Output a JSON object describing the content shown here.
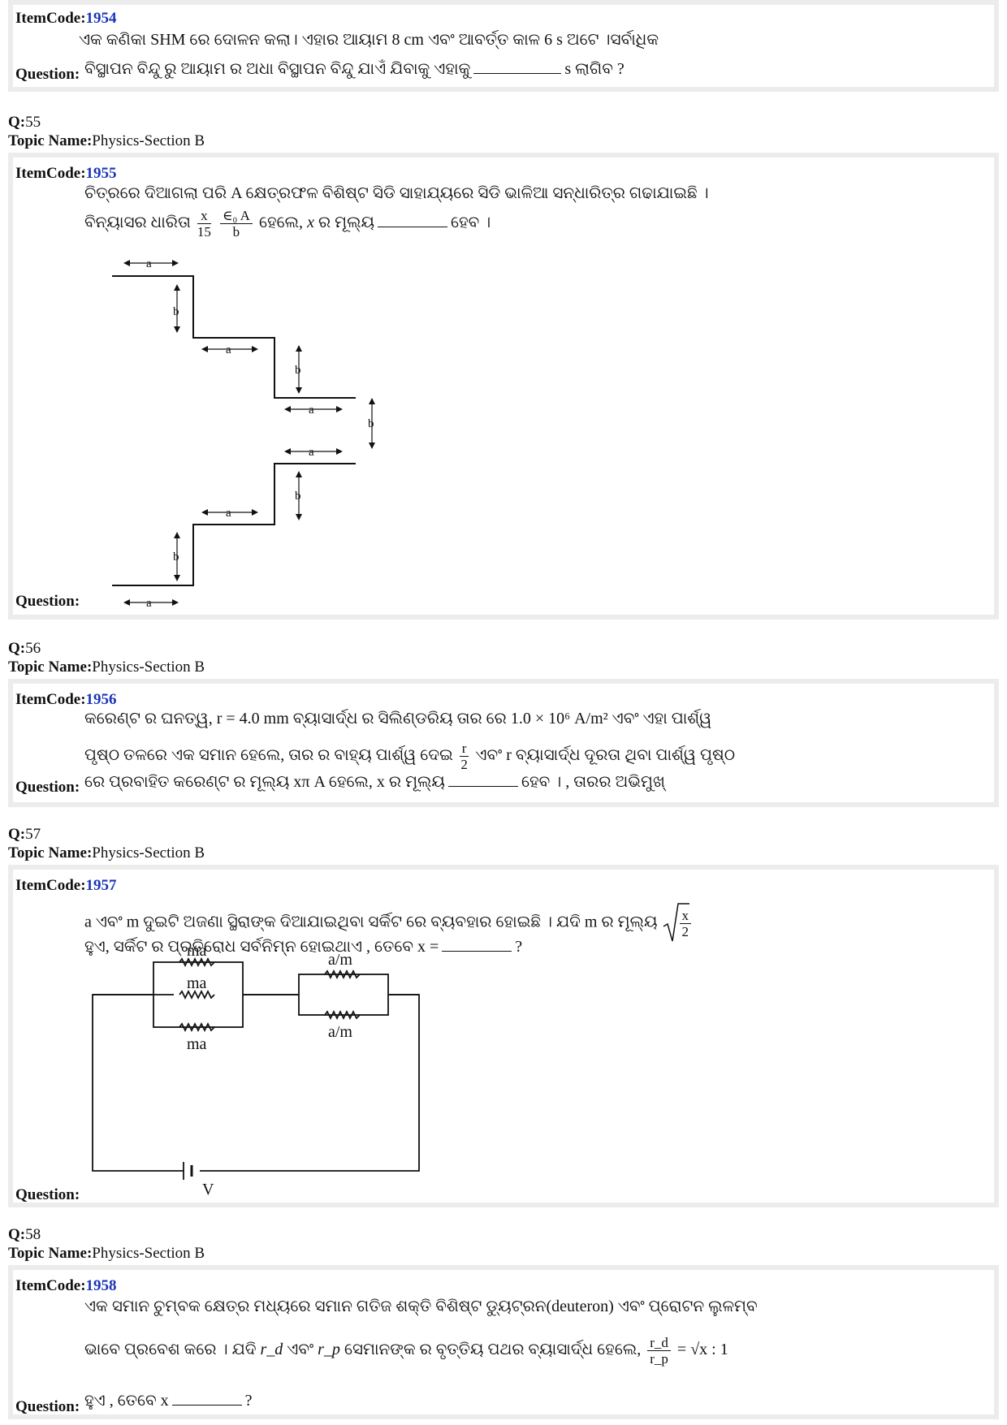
{
  "labels": {
    "item_code": "ItemCode:",
    "question": "Question:",
    "q": "Q:",
    "topic": "Topic Name:"
  },
  "topic": "Physics-Section B",
  "items": [
    {
      "code": "1954",
      "lines": [
        "ଏକ କଣିକା SHM ରେ ଦୋଳନ କଲା। ଏହାର ଆୟାମ 8 cm ଏବଂ ଆବର୍ତ୍ତ କାଳ 6 s ଅଟେ ।ସର୍ବାଧିକ",
        "ବିସ୍ଥାପନ ବିନ୍ଦୁ ରୁ ଆୟାମ ର ଅଧା ବିସ୍ଥାପନ ବିନ୍ଦୁ ଯାଏଁ ଯିବାକୁ ଏହାକୁ",
        "s ଲାଗିବ ?"
      ]
    },
    {
      "q_num": "55",
      "code": "1955",
      "lines": [
        "ଚିତ୍ରରେ ଦିଆଗଲା ପରି A କ୍ଷେତ୍ରଫଳ ବିଶିଷ୍ଟ ସିଡି ସାହାଯ୍ୟରେ ସିଡି ଭାଳିଆ ସନ୍ଧାରିତ୍ର ଗଢାଯାଇଛି ।",
        "ବିନ୍ୟାସର ଧାରିତା",
        "ହେଲେ,",
        "ର ମୂଲ୍ୟ",
        "ହେବ ।"
      ],
      "frac1": {
        "num": "x",
        "den": "15"
      },
      "frac2": {
        "num": "∈₀ A",
        "den": "b"
      },
      "var_x": "x",
      "fig": {
        "a": "a",
        "b": "b"
      }
    },
    {
      "q_num": "56",
      "code": "1956",
      "lines": [
        "କରେଣ୍ଟ ର ଘନତ୍ୱ, r = 4.0 mm ବ୍ୟାସାର୍ଦ୍ଧ ର ସିଲିଣ୍ଡରିୟ ତାର ରେ 1.0 × 10⁶ A/m² ଏବଂ ଏହା ପାର୍ଶ୍ୱ",
        "ପୃଷ୍ଠ ତଳରେ ଏକ ସମାନ ହେଲେ, ତାର ର ବାହ୍ୟ ପାର୍ଶ୍ୱ ଦେଇ",
        "ଏବଂ r  ବ୍ୟାସାର୍ଦ୍ଧ ଦୂରତା ଥିବା ପାର୍ଶ୍ୱ  ପୃଷ୍ଠ",
        "ରେ ପ୍ରବାହିତ କରେଣ୍ଟ ର ମୂଲ୍ୟ xπ  A ହେଲେ, x ର ମୂଲ୍ୟ",
        "ହେବ । , ତାରର ଅଭିମୁଖ୍"
      ],
      "frac": {
        "num": "r",
        "den": "2"
      }
    },
    {
      "q_num": "57",
      "code": "1957",
      "lines": [
        "a ଏବଂ m ଦୁଇଟି ଅଜଣା ସ୍ଥିରାଙ୍କ ଦିଆଯାଇଥିବା ସର୍କିଟ ରେ ବ୍ୟବହାର ହୋଇଛି । ଯଦି m ର ମୂଲ୍ୟ",
        "ହୁଏ, ସର୍କିଟ ର ପ୍ରତିରୋଧ ସର୍ବନିମ୍ନ ହୋଇଥାଏ , ତେବେ x =",
        "?"
      ],
      "frac": {
        "num": "x",
        "den": "2"
      },
      "circuit": {
        "r1": "ma",
        "r2": "ma",
        "r3": "ma",
        "r4": "a/m",
        "r5": "a/m",
        "battery": "V"
      }
    },
    {
      "q_num": "58",
      "code": "1958",
      "lines": [
        "ଏକ ସମାନ ଚୁମ୍ବକ କ୍ଷେତ୍ର ମଧ୍ୟରେ ସମାନ ଗତିଜ ଶକ୍ତି ବିଶିଷ୍ଟ ଡ୍ୟୁଟ୍ରନ(deuteron) ଏବଂ ପ୍ରୋଟନ ଲୁଳମ୍ବ",
        "ଭାବେ ପ୍ରବେଶ କରେ । ଯଦି",
        "ଏବଂ",
        "ସେମାନଙ୍କ ର ବୃତ୍ତିୟ ପଥର ବ୍ୟାସାର୍ଦ୍ଧ ହେଲେ,",
        "= √x : 1",
        "ହୁଏ , ତେବେ x",
        "?"
      ],
      "rd": "r_d",
      "rp": "r_p",
      "frac": {
        "num": "r_d",
        "den": "r_p"
      }
    }
  ]
}
